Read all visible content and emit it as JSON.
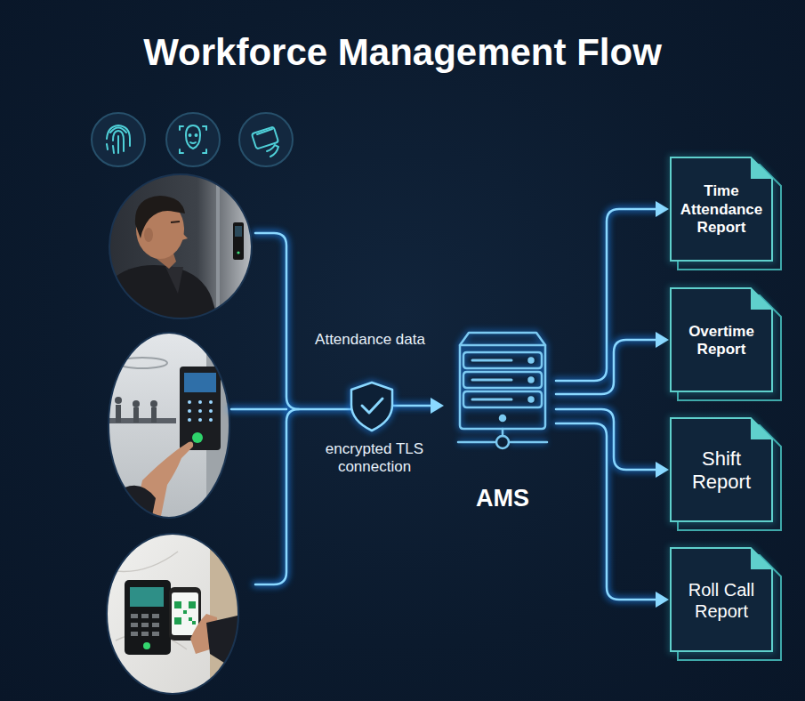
{
  "diagram": {
    "title": "Workforce Management Flow",
    "nodes": [
      {
        "text": [
          "AMS"
        ]
      },
      {
        "text": [
          "Time Attendance Report"
        ]
      },
      {
        "text": [
          "Overtime Report"
        ]
      },
      {
        "text": [
          "Shift Report"
        ]
      },
      {
        "text": [
          "Roll Call Report"
        ]
      }
    ],
    "edges": [
      {
        "from": 0,
        "to": 1,
        "arrow": "to"
      },
      {
        "from": 0,
        "to": 2,
        "arrow": "to"
      },
      {
        "from": 0,
        "to": 3,
        "arrow": "to"
      },
      {
        "from": 0,
        "to": 4,
        "arrow": "to"
      }
    ],
    "labels": [
      "Attendance data",
      "encrypted TLS connection"
    ]
  }
}
